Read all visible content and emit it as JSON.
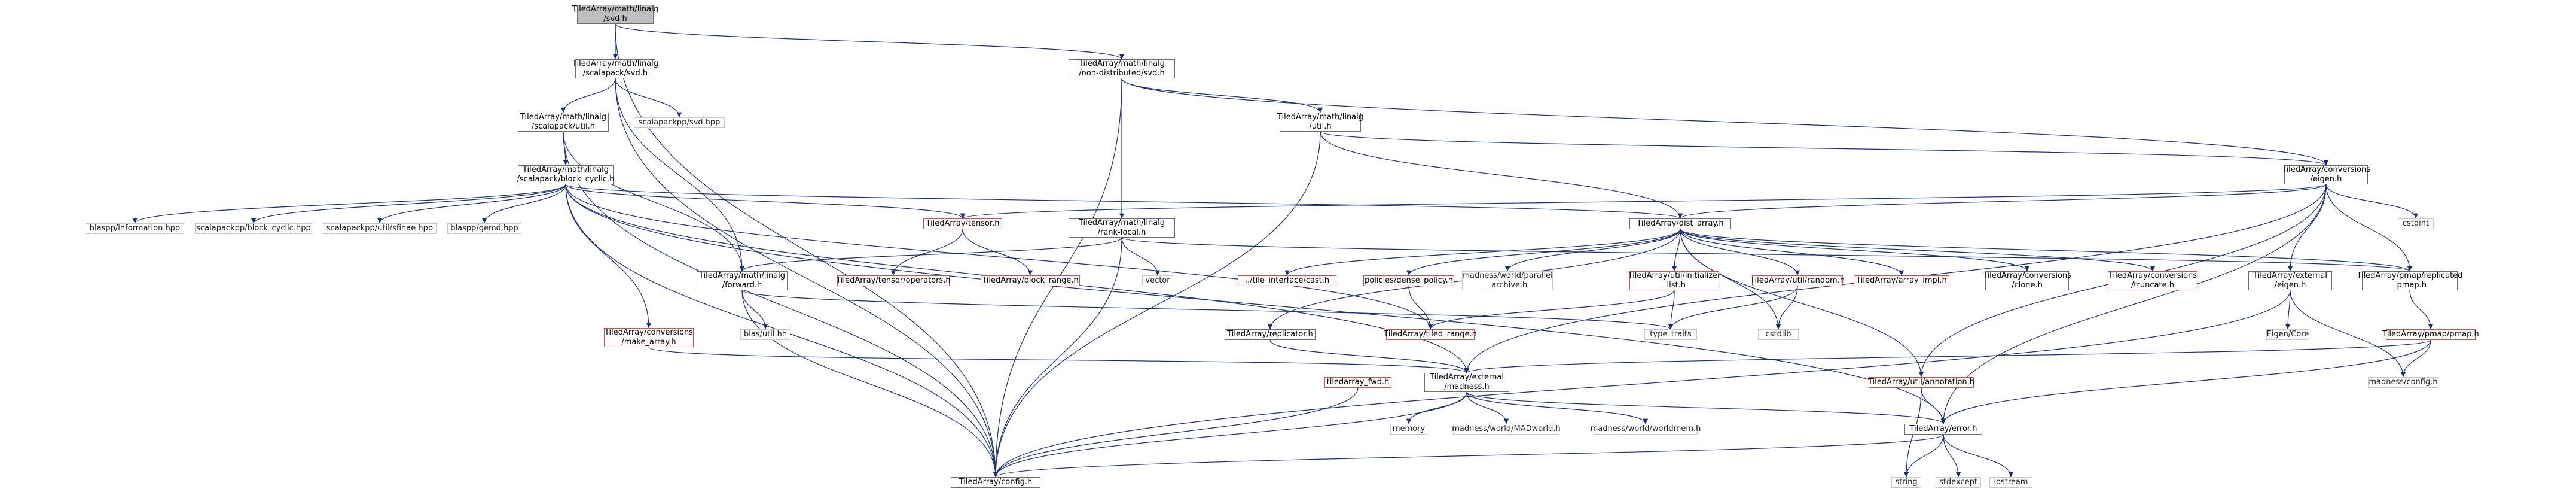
{
  "diagram": {
    "type": "include-dependency-graph",
    "colors": {
      "edge": "#1a2e73",
      "node_border": "#6b6b6b",
      "missing_border": "#c8c8c8",
      "red_border": "#e4494a",
      "root_fill": "#bfbfbf"
    },
    "nodes": [
      {
        "id": "root",
        "kind": "root",
        "lines": [
          "TiledArray/math/linalg",
          "/svd.h"
        ]
      },
      {
        "id": "scal_svd",
        "kind": "normal",
        "lines": [
          "TiledArray/math/linalg",
          "/scalapack/svd.h"
        ]
      },
      {
        "id": "nd_svd",
        "kind": "normal",
        "lines": [
          "TiledArray/math/linalg",
          "/non-distributed/svd.h"
        ]
      },
      {
        "id": "scal_util",
        "kind": "normal",
        "lines": [
          "TiledArray/math/linalg",
          "/scalapack/util.h"
        ]
      },
      {
        "id": "scalpp_svd",
        "kind": "missing",
        "lines": [
          "scalapackpp/svd.hpp"
        ]
      },
      {
        "id": "linalg_util",
        "kind": "normal",
        "lines": [
          "TiledArray/math/linalg",
          "/util.h"
        ]
      },
      {
        "id": "conv_eigen",
        "kind": "normal",
        "lines": [
          "TiledArray/conversions",
          "/eigen.h"
        ]
      },
      {
        "id": "block_cyclic",
        "kind": "normal",
        "lines": [
          "TiledArray/math/linalg",
          "/scalapack/block_cyclic.h"
        ]
      },
      {
        "id": "blaspp_info",
        "kind": "missing",
        "lines": [
          "blaspp/information.hpp"
        ]
      },
      {
        "id": "scalpp_bc",
        "kind": "missing",
        "lines": [
          "scalapackpp/block_cyclic.hpp"
        ]
      },
      {
        "id": "scalpp_infinae",
        "kind": "missing",
        "lines": [
          "scalapackpp/util/sfinae.hpp"
        ]
      },
      {
        "id": "blaspp_gemd",
        "kind": "missing",
        "lines": [
          "blaspp/gemd.hpp"
        ]
      },
      {
        "id": "tensor",
        "kind": "red",
        "lines": [
          "TiledArray/tensor.h"
        ]
      },
      {
        "id": "rank_local",
        "kind": "normal",
        "lines": [
          "TiledArray/math/linalg",
          "/rank-local.h"
        ]
      },
      {
        "id": "dist_array",
        "kind": "normal",
        "lines": [
          "TiledArray/dist_array.h"
        ]
      },
      {
        "id": "cstdint",
        "kind": "missing",
        "lines": [
          "cstdint"
        ]
      },
      {
        "id": "forward",
        "kind": "normal",
        "lines": [
          "TiledArray/math/linalg",
          "/forward.h"
        ]
      },
      {
        "id": "tensor_ops",
        "kind": "red",
        "lines": [
          "TiledArray/tensor/operators.h"
        ]
      },
      {
        "id": "block_range",
        "kind": "red",
        "lines": [
          "TiledArray/block_range.h"
        ]
      },
      {
        "id": "vector",
        "kind": "missing",
        "lines": [
          "vector"
        ]
      },
      {
        "id": "tile_iface",
        "kind": "red",
        "lines": [
          "../tile_interface/cast.h"
        ]
      },
      {
        "id": "dense_policy",
        "kind": "red",
        "lines": [
          "policies/dense_policy.h"
        ]
      },
      {
        "id": "parallel_archive",
        "kind": "missing",
        "lines": [
          "madness/world/parallel",
          "_archive.h"
        ]
      },
      {
        "id": "init_list",
        "kind": "red",
        "lines": [
          "TiledArray/util/initializer",
          "_list.h"
        ]
      },
      {
        "id": "random",
        "kind": "red",
        "lines": [
          "TiledArray/util/random.h"
        ]
      },
      {
        "id": "array_impl",
        "kind": "red",
        "lines": [
          "TiledArray/array_impl.h"
        ]
      },
      {
        "id": "conv_clone",
        "kind": "normal",
        "lines": [
          "TiledArray/conversions",
          "/clone.h"
        ]
      },
      {
        "id": "conv_truncate",
        "kind": "red",
        "lines": [
          "TiledArray/conversions",
          "/truncate.h"
        ]
      },
      {
        "id": "ext_eigen",
        "kind": "normal",
        "lines": [
          "TiledArray/external",
          "/eigen.h"
        ]
      },
      {
        "id": "pmap_repl",
        "kind": "normal",
        "lines": [
          "TiledArray/pmap/replicated",
          "_pmap.h"
        ]
      },
      {
        "id": "blas_util",
        "kind": "missing",
        "lines": [
          "blas/util.hh"
        ]
      },
      {
        "id": "make_array",
        "kind": "red",
        "lines": [
          "TiledArray/conversions",
          "/make_array.h"
        ]
      },
      {
        "id": "replicator",
        "kind": "normal",
        "lines": [
          "TiledArray/replicator.h"
        ]
      },
      {
        "id": "tiled_range",
        "kind": "red",
        "lines": [
          "TiledArray/tiled_range.h"
        ]
      },
      {
        "id": "type_traits",
        "kind": "missing",
        "lines": [
          "type_traits"
        ]
      },
      {
        "id": "cstdlib",
        "kind": "missing",
        "lines": [
          "cstdlib"
        ]
      },
      {
        "id": "eigen_core",
        "kind": "missing",
        "lines": [
          "Eigen/Core"
        ]
      },
      {
        "id": "pmap",
        "kind": "red",
        "lines": [
          "TiledArray/pmap/pmap.h"
        ]
      },
      {
        "id": "tiledarray_fwd",
        "kind": "red",
        "lines": [
          "tiledarray_fwd.h"
        ]
      },
      {
        "id": "ext_madness",
        "kind": "normal",
        "lines": [
          "TiledArray/external",
          "/madness.h"
        ]
      },
      {
        "id": "annotation",
        "kind": "red",
        "lines": [
          "TiledArray/util/annotation.h"
        ]
      },
      {
        "id": "madness_config",
        "kind": "missing",
        "lines": [
          "madness/config.h"
        ]
      },
      {
        "id": "memory",
        "kind": "missing",
        "lines": [
          "memory"
        ]
      },
      {
        "id": "madworld",
        "kind": "missing",
        "lines": [
          "madness/world/MADworld.h"
        ]
      },
      {
        "id": "worldmem",
        "kind": "missing",
        "lines": [
          "madness/world/worldmem.h"
        ]
      },
      {
        "id": "error",
        "kind": "normal",
        "lines": [
          "TiledArray/error.h"
        ]
      },
      {
        "id": "string",
        "kind": "missing",
        "lines": [
          "string"
        ]
      },
      {
        "id": "stdexcept",
        "kind": "missing",
        "lines": [
          "stdexcept"
        ]
      },
      {
        "id": "iostream",
        "kind": "missing",
        "lines": [
          "iostream"
        ]
      },
      {
        "id": "config",
        "kind": "normal",
        "lines": [
          "TiledArray/config.h"
        ]
      }
    ]
  }
}
